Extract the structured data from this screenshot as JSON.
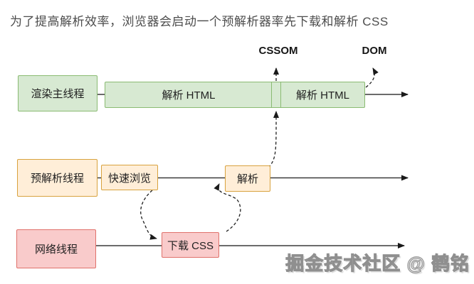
{
  "title": "为了提高解析效率，浏览器会启动一个预解析器率先下载和解析 CSS",
  "markers": {
    "cssom": "CSSOM",
    "dom": "DOM"
  },
  "lanes": {
    "render_main_thread": {
      "label": "渲染主线程"
    },
    "pre_parse_thread": {
      "label": "预解析线程"
    },
    "network_thread": {
      "label": "网络线程"
    }
  },
  "blocks": {
    "parse_html_1": "解析 HTML",
    "parse_html_2": "解析 HTML",
    "quick_scan": "快速浏览",
    "parse": "解析",
    "download_css": "下载 CSS"
  },
  "watermark": "掘金技术社区 @ 鹤铭",
  "colors": {
    "green_fill": "#d7e9d2",
    "green_border": "#8abb72",
    "orange_fill": "#ffeed8",
    "orange_border": "#d8a23e",
    "pink_fill": "#f9cbcb",
    "pink_border": "#e0716b",
    "line": "#3a3a3a"
  }
}
